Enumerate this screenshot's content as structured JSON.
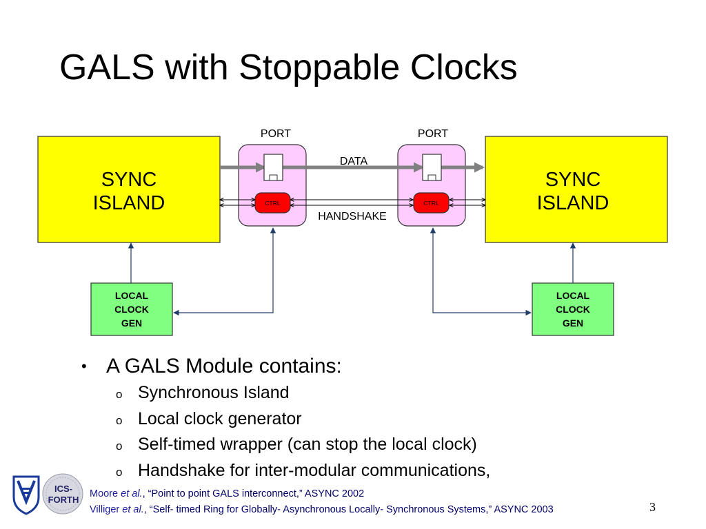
{
  "slide": {
    "title": "GALS with Stoppable Clocks",
    "page_number": "3"
  },
  "diagram": {
    "port_left_label": "PORT",
    "port_right_label": "PORT",
    "data_label": "DATA",
    "handshake_label": "HANDSHAKE",
    "sync_left_line1": "SYNC",
    "sync_left_line2": "ISLAND",
    "sync_right_line1": "SYNC",
    "sync_right_line2": "ISLAND",
    "ctrl_left": "CTRL",
    "ctrl_right": "CTRL",
    "clockgen_left": [
      "LOCAL",
      "CLOCK",
      "GEN"
    ],
    "clockgen_right": [
      "LOCAL",
      "CLOCK",
      "GEN"
    ],
    "colors": {
      "sync_island_fill": "#ffff00",
      "port_fill": "#ffccff",
      "ctrl_fill": "#ff0000",
      "clockgen_fill": "#80ff80",
      "data_arrow": "#808080",
      "wire": "#1f3d66"
    }
  },
  "bullets": {
    "main": "A GALS Module contains:",
    "items": [
      "Synchronous Island",
      "Local clock generator",
      "Self-timed wrapper (can stop the local clock)",
      "Handshake for inter-modular communications,"
    ]
  },
  "logos": {
    "left": "technion-logo",
    "right_text": [
      "ICS-",
      "FORTH"
    ]
  },
  "references": [
    {
      "author": "Moore",
      "etal": "et al.",
      "rest": ", “Point to point GALS interconnect,” ASYNC 2002"
    },
    {
      "author": "Villiger",
      "etal": "et al.",
      "rest": ", “Self- timed Ring for Globally- Asynchronous Locally- Synchronous Systems,” ASYNC 2003"
    }
  ]
}
